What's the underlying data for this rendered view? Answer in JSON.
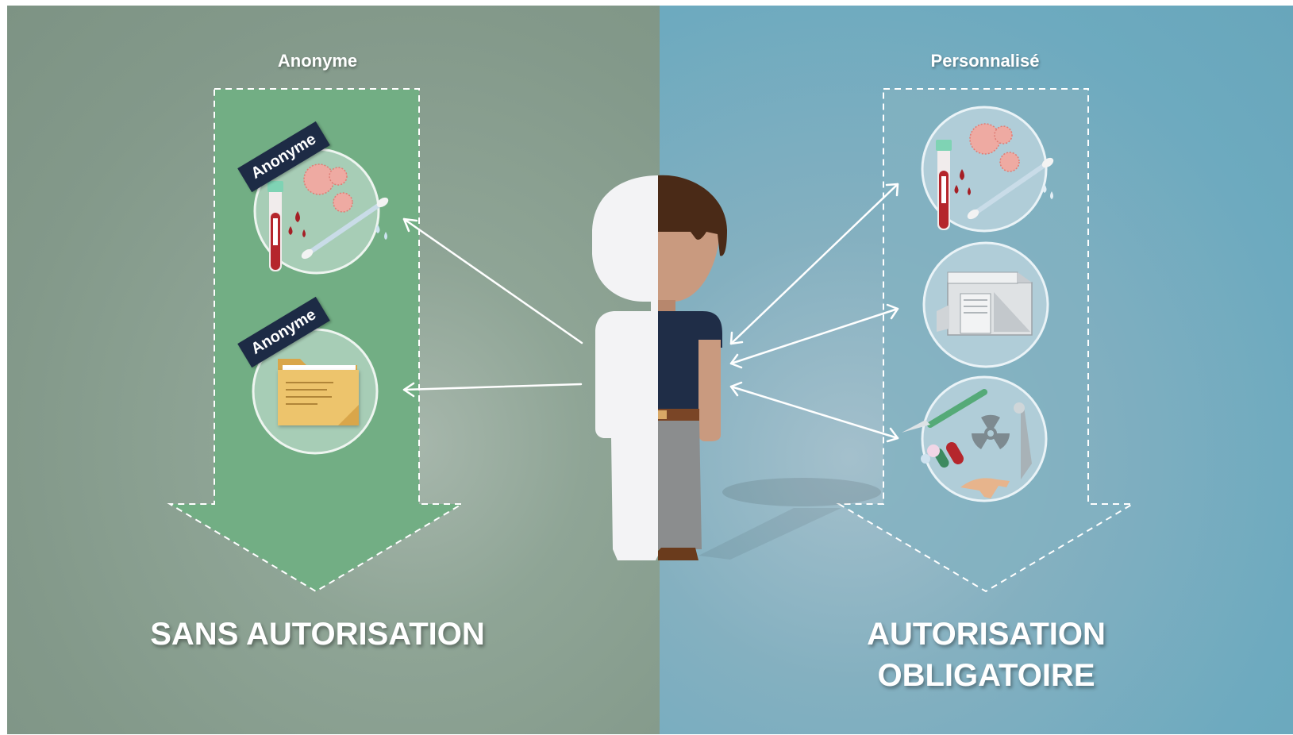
{
  "left": {
    "heading": "Anonyme",
    "stamp_label": "Anonyme",
    "result_label": "SANS AUTORISATION",
    "items": [
      {
        "name": "biological-samples-icon",
        "tag": "Anonyme"
      },
      {
        "name": "data-folder-icon",
        "tag": "Anonyme"
      }
    ]
  },
  "right": {
    "heading": "Personnalisé",
    "result_line1": "AUTORISATION",
    "result_line2": "OBLIGATOIRE",
    "items": [
      {
        "name": "biological-samples-icon"
      },
      {
        "name": "sequencer-device-icon"
      },
      {
        "name": "medical-treatment-icon"
      }
    ]
  },
  "colors": {
    "left_arrow": "#72ae84",
    "right_arrow": "#82b1c1",
    "stamp_bg": "#1d2b45",
    "shirt": "#1f2d47",
    "skin": "#c99a7f",
    "hair": "#4a2a17"
  }
}
